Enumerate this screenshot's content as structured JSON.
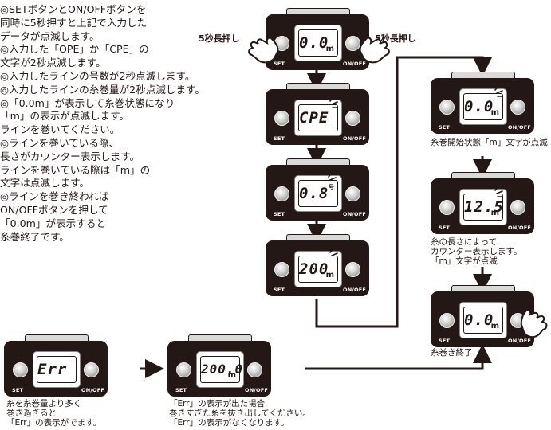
{
  "steps": [
    "◎SETボタンとON/OFFボタンを",
    "  同時に5秒押すと上記で入力した",
    "  データが点滅します。",
    "◎入力した「OPE」か「CPE」の",
    "  文字が2秒点滅します。",
    "◎入力したラインの号数が2秒点滅します。",
    "◎入力したラインの糸巻量が2秒点滅します。",
    "◎「0.0m」が表示して糸巻状態になり",
    "  「m」の表示が点滅します。",
    "  ラインを巻いてください。",
    "◎ラインを巻いている際、",
    "  長さがカウンター表示します。",
    "  ラインを巻いている際は「m」の",
    "  文字は点滅します。",
    "◎ラインを巻き終われば",
    "  ON/OFFボタンを押して",
    "  「0.0m」が表示すると",
    "  糸巻終了です。"
  ],
  "button_labels": {
    "set": "SET",
    "onoff": "ON/OFF"
  },
  "press_labels": {
    "left": "5秒長押し",
    "right": "5秒長押し"
  },
  "devices": {
    "d1": {
      "value": "0.0",
      "unit": "m"
    },
    "d2": {
      "value": "CPE",
      "unit": ""
    },
    "d3": {
      "value": "0.8",
      "unit": "号"
    },
    "d4": {
      "value": "200",
      "unit": "m"
    },
    "d5": {
      "value": "0.0",
      "unit": "m"
    },
    "d6": {
      "value": "12.5",
      "unit": "m"
    },
    "d7": {
      "value": "0.0",
      "unit": "m"
    },
    "d8": {
      "value": "Err",
      "unit": ""
    },
    "d9": {
      "value": "200.0",
      "unit": "m"
    }
  },
  "captions": {
    "d5": [
      "糸巻開始状態「m」文字が点滅"
    ],
    "d6": [
      "糸の長さによって",
      "カウンター表示します。",
      "「m」文字が点滅"
    ],
    "d7": [
      "糸巻き終了"
    ],
    "d8": [
      "糸を糸巻量より多く",
      "巻き過ぎると",
      "「Err」の表示がでます。"
    ],
    "d9": [
      "「Err」の表示が出た場合",
      "巻きすぎた糸を抜き出してください。",
      "「Err」の表示がなくなります。"
    ]
  },
  "colors": {
    "device": "#231815",
    "arrow": "#231815",
    "text": "#231815"
  }
}
